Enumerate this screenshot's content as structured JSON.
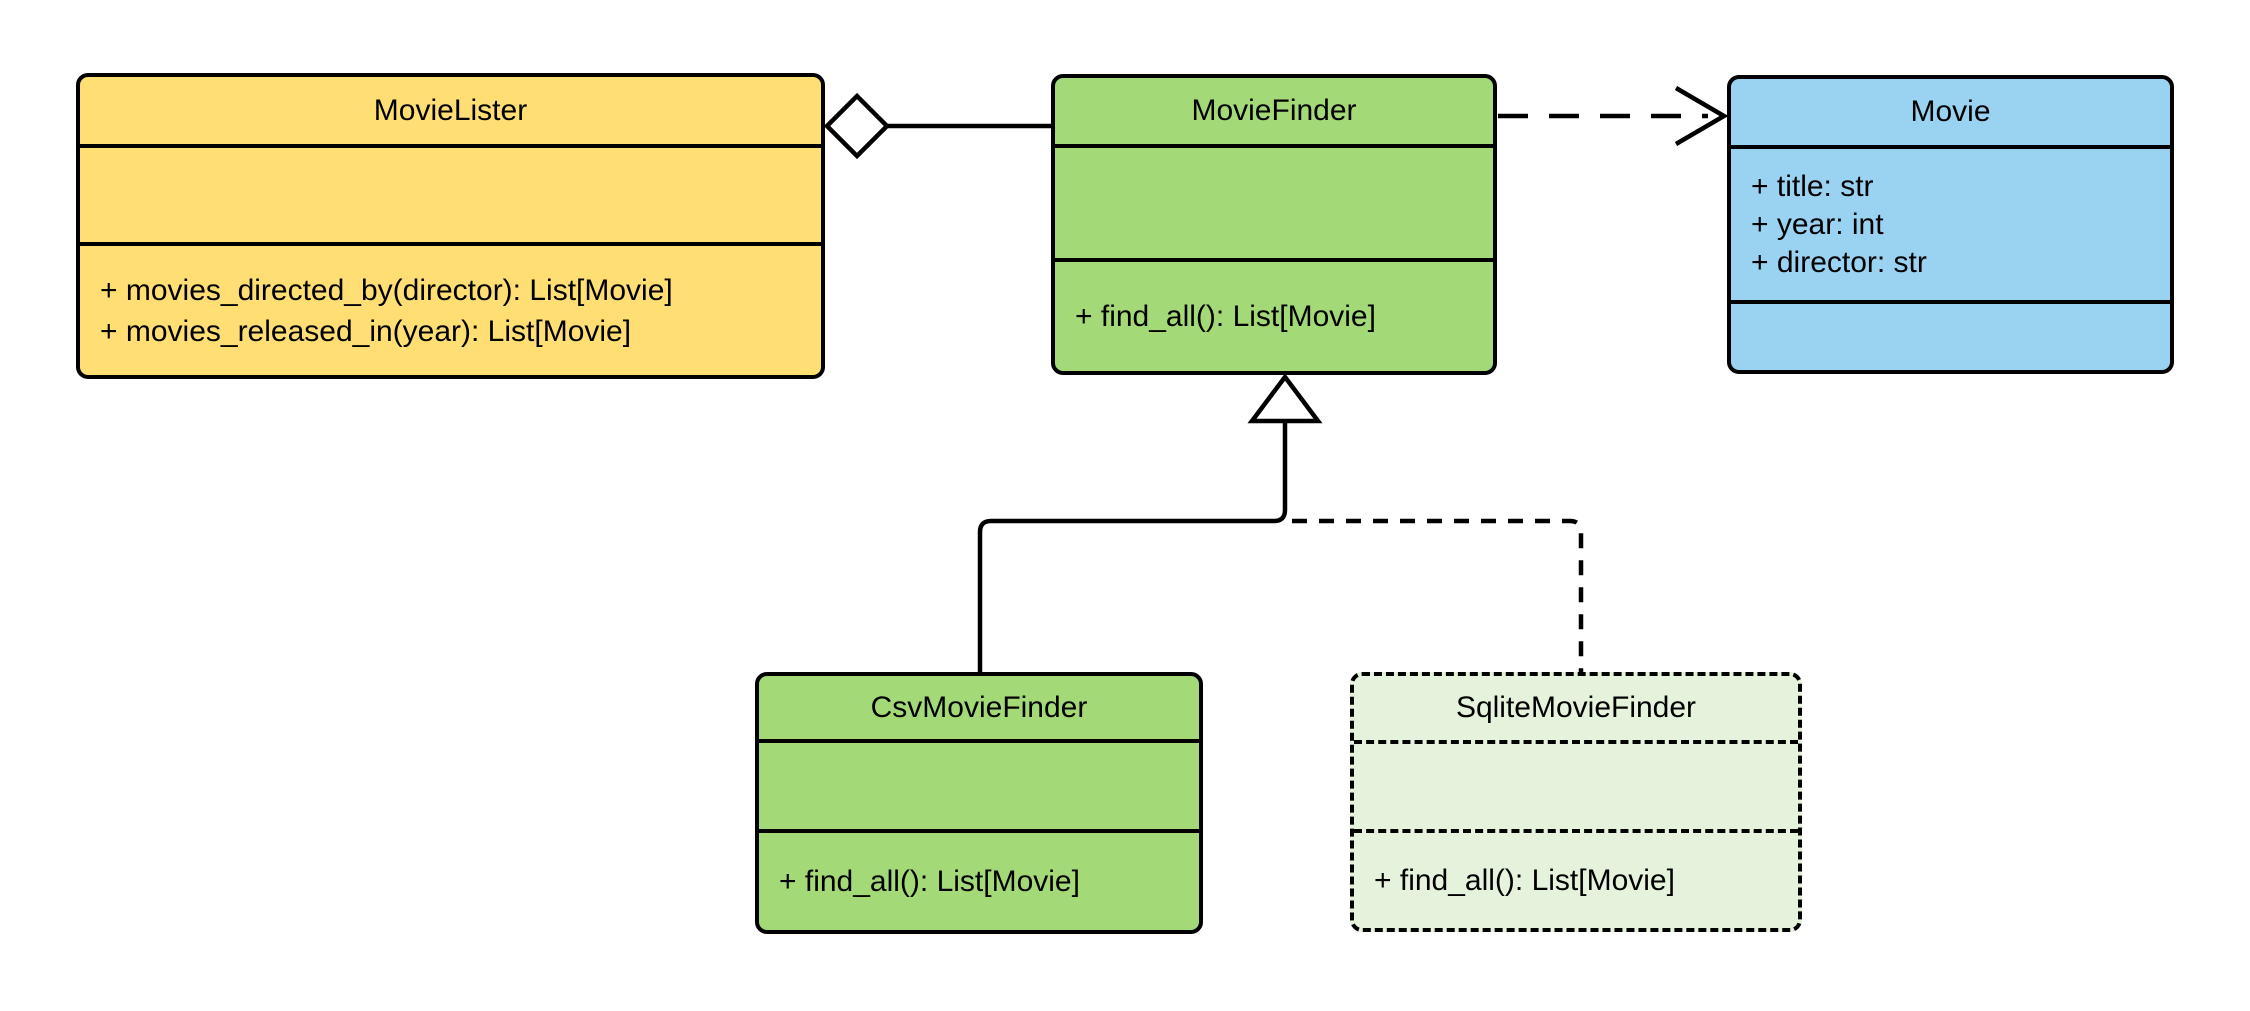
{
  "diagram": {
    "kind": "uml-class-diagram",
    "colors": {
      "background": "#FFFFFF",
      "stroke": "#000000",
      "movie_lister_fill": "#FFDE73",
      "movie_finder_fill": "#A3D977",
      "movie_fill": "#9AD2F2",
      "csv_movie_finder_fill": "#A3D977",
      "sqlite_movie_finder_fill": "#E5F2DC"
    },
    "classes": {
      "movie_lister": {
        "name": "MovieLister",
        "attributes": [],
        "methods": [
          "+ movies_directed_by(director): List[Movie]",
          "+ movies_released_in(year): List[Movie]"
        ]
      },
      "movie_finder": {
        "name": "MovieFinder",
        "attributes": [],
        "methods": [
          "+ find_all(): List[Movie]"
        ]
      },
      "movie": {
        "name": "Movie",
        "attributes": [
          "+ title: str",
          "+ year: int",
          "+ director: str"
        ],
        "methods": []
      },
      "csv_movie_finder": {
        "name": "CsvMovieFinder",
        "attributes": [],
        "methods": [
          "+ find_all(): List[Movie]"
        ]
      },
      "sqlite_movie_finder": {
        "name": "SqliteMovieFinder",
        "attributes": [],
        "methods": [
          "+ find_all(): List[Movie]"
        ]
      }
    },
    "relationships": [
      {
        "from": "MovieLister",
        "to": "MovieFinder",
        "type": "aggregation",
        "line_style": "solid",
        "marker": "hollow-diamond-at-source"
      },
      {
        "from": "MovieFinder",
        "to": "Movie",
        "type": "dependency",
        "line_style": "dashed",
        "marker": "open-arrow-at-target"
      },
      {
        "from": "CsvMovieFinder",
        "to": "MovieFinder",
        "type": "generalization",
        "line_style": "solid",
        "marker": "hollow-triangle-at-target"
      },
      {
        "from": "SqliteMovieFinder",
        "to": "MovieFinder",
        "type": "generalization",
        "line_style": "dashed",
        "marker": "hollow-triangle-at-target"
      }
    ]
  }
}
